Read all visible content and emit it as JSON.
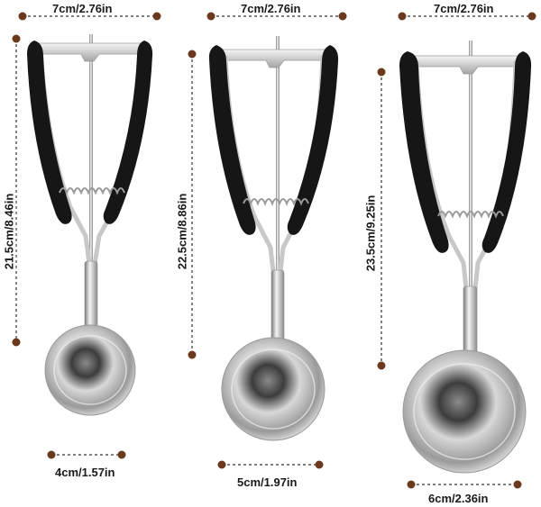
{
  "colors": {
    "dot": "#6b3a1e",
    "line": "#333333",
    "grip": "#161616",
    "steel_light": "#f2f2f2",
    "steel_mid": "#b9b9b9",
    "steel_dark": "#4a4a4a"
  },
  "scoops": [
    {
      "width_label": "7cm/2.76in",
      "height_label": "21.5cm/8.46in",
      "bowl_label": "4cm/1.57in"
    },
    {
      "width_label": "7cm/2.76in",
      "height_label": "22.5cm/8.86in",
      "bowl_label": "5cm/1.97in"
    },
    {
      "width_label": "7cm/2.76in",
      "height_label": "23.5cm/9.25in",
      "bowl_label": "6cm/2.36in"
    }
  ]
}
